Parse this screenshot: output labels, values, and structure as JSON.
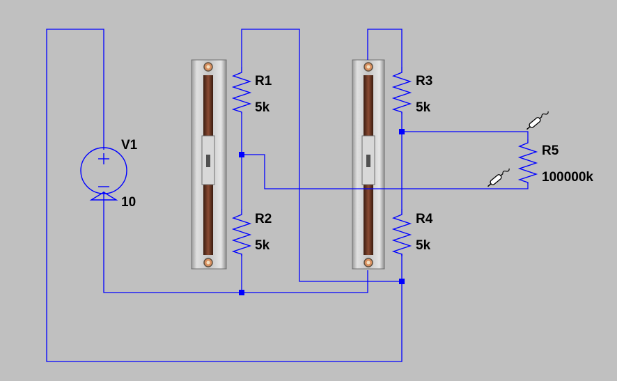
{
  "components": [
    {
      "id": "V1",
      "type": "voltage-source",
      "name": "V1",
      "value": "10"
    },
    {
      "id": "R1",
      "type": "resistor",
      "name": "R1",
      "value": "5k"
    },
    {
      "id": "R2",
      "type": "resistor",
      "name": "R2",
      "value": "5k"
    },
    {
      "id": "R3",
      "type": "resistor",
      "name": "R3",
      "value": "5k"
    },
    {
      "id": "R4",
      "type": "resistor",
      "name": "R4",
      "value": "5k"
    },
    {
      "id": "R5",
      "type": "resistor",
      "name": "R5",
      "value": "100000k"
    }
  ],
  "colors": {
    "background": "#c0c0c0",
    "wire": "#0000ff",
    "label": "#000000",
    "slider_body": "#b8b8b8",
    "slider_track": "#6e3a28"
  },
  "icons": {
    "probe": "voltage-probe-icon",
    "slider": "slide-potentiometer-icon"
  }
}
